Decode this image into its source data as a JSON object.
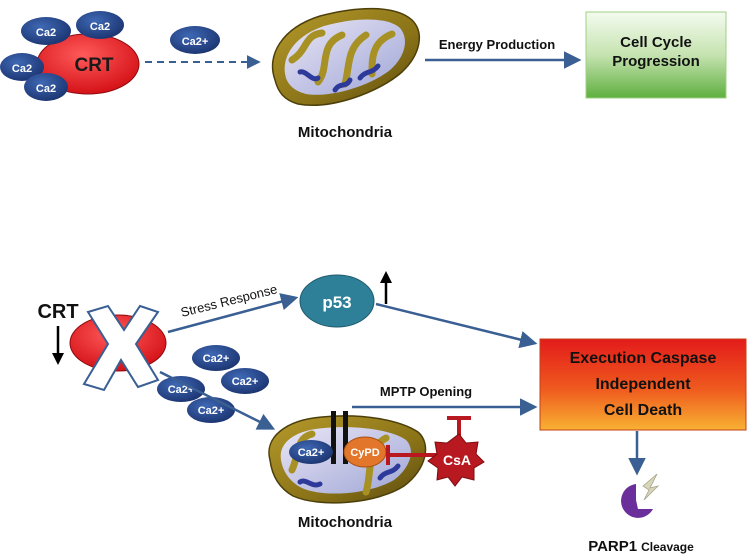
{
  "top": {
    "crt_label": "CRT",
    "ca_ions": [
      "Ca2",
      "Ca2",
      "Ca2",
      "Ca2"
    ],
    "ca_free": "Ca2+",
    "mito_label": "Mitochondria",
    "energy_label": "Energy Production",
    "cellcycle_line1": "Cell Cycle",
    "cellcycle_line2": "Progression"
  },
  "bottom": {
    "crt_label": "CRT",
    "stress_label": "Stress Response",
    "p53_label": "p53",
    "ca_ions": [
      "Ca2+",
      "Ca2+",
      "Ca2+",
      "Ca2+"
    ],
    "mptp_label": "MPTP Opening",
    "death_line1": "Execution Caspase",
    "death_line2": "Independent",
    "death_line3": "Cell Death",
    "mito_ca": "Ca2+",
    "cypd_label": "CyPD",
    "csa_label": "CsA",
    "mito_label": "Mitochondria",
    "parp_main": "PARP1",
    "parp_sub": "Cleavage"
  },
  "colors": {
    "arrow": "#3a5f93",
    "crt_red": "#e8141a",
    "ca_blue": "#1f3f86",
    "p53_teal": "#2e7f98",
    "cypd_orange": "#e2762a",
    "csa_red": "#b8181f",
    "green_box": "#6fb84a",
    "death_red": "#e52a1b",
    "death_yellow": "#f7a82a",
    "mito_olive": "#8b7a1c",
    "parp_purple": "#6a2f9a"
  }
}
